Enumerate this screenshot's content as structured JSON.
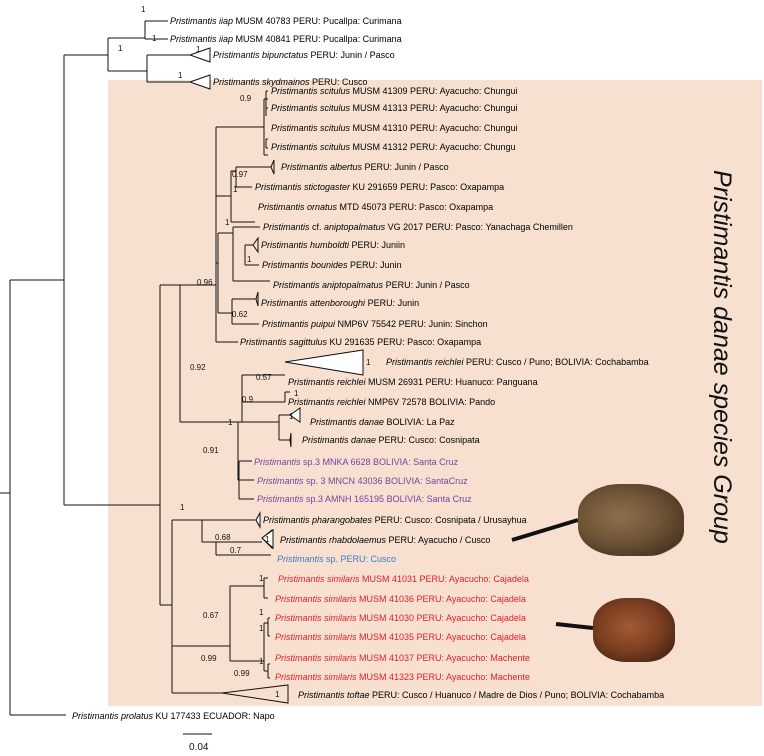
{
  "group": {
    "title": "Pristimantis danae species Group",
    "background": "#f8e0d0"
  },
  "colors": {
    "default": "#111111",
    "purple": "#7a3fa0",
    "blue": "#3d78c9",
    "red": "#e0202a"
  },
  "taxa": [
    {
      "id": "t1",
      "species": "Pristimantis iiap",
      "rest": " MUSM 40783 PERU: Pucallpa: Curimana",
      "color": "default"
    },
    {
      "id": "t2",
      "species": "Pristimantis iiap",
      "rest": " MUSM 40841 PERU: Pucallpa: Curimana",
      "color": "default"
    },
    {
      "id": "t3",
      "species": "Pristimantis bipunctatus",
      "rest": " PERU: Junin / Pasco",
      "color": "default"
    },
    {
      "id": "t4",
      "species": "Pristimantis skydmainos",
      "rest": " PERU: Cusco",
      "color": "default"
    },
    {
      "id": "t5",
      "species": "Pristimantis scitulus",
      "rest": " MUSM 41309 PERU: Ayacucho: Chungui",
      "color": "default"
    },
    {
      "id": "t6",
      "species": "Pristimantis scitulus",
      "rest": " MUSM 41313 PERU: Ayacucho: Chungui",
      "color": "default"
    },
    {
      "id": "t7",
      "species": "Pristimantis scitulus",
      "rest": " MUSM 41310 PERU: Ayacucho: Chungui",
      "color": "default"
    },
    {
      "id": "t8",
      "species": "Pristimantis scitulus",
      "rest": " MUSM 41312 PERU: Ayacucho: Chungu",
      "color": "default"
    },
    {
      "id": "t9",
      "species": "Pristimantis albertus",
      "rest": " PERU: Junin / Pasco",
      "color": "default"
    },
    {
      "id": "t10",
      "species": "Pristimantis stictogaster",
      "rest": " KU 291659 PERU: Pasco: Oxapampa",
      "color": "default"
    },
    {
      "id": "t11",
      "species": "Pristimantis ornatus",
      "rest": " MTD 45073 PERU: Pasco: Oxapampa",
      "color": "default"
    },
    {
      "id": "t12",
      "species": "Pristimantis",
      "rest": " cf. ",
      "species2": "aniptopalmatus",
      "rest2": " VG 2017 PERU: Pasco: Yanachaga Chemillen",
      "color": "default"
    },
    {
      "id": "t13",
      "species": "Pristimantis humboldti",
      "rest": " PERU: Juniin",
      "color": "default"
    },
    {
      "id": "t14",
      "species": "Pristimantis bounides",
      "rest": " PERU: Junin",
      "color": "default"
    },
    {
      "id": "t15",
      "species": "Pristimantis aniptopalmatus",
      "rest": " PERU: Junin / Pasco",
      "color": "default"
    },
    {
      "id": "t16",
      "species": "Pristimantis attenboroughi",
      "rest": " PERU: Junin",
      "color": "default"
    },
    {
      "id": "t17",
      "species": "Pristimantis puipui",
      "rest": " NMP6V 75542 PERU: Junin: Sinchon",
      "color": "default"
    },
    {
      "id": "t18",
      "species": "Pristimantis sagittulus",
      "rest": " KU 291635 PERU: Pasco: Oxapampa",
      "color": "default"
    },
    {
      "id": "t19",
      "species": "Pristimantis reichlei",
      "rest": " PERU: Cusco / Puno; BOLIVIA: Cochabamba",
      "color": "default"
    },
    {
      "id": "t20",
      "species": "Pristimantis reichlei",
      "rest": " MUSM 26931 PERU: Huanuco: Panguana",
      "color": "default"
    },
    {
      "id": "t21",
      "species": "Pristimantis reichlei",
      "rest": " NMP6V 72578 BOLIVIA: Pando",
      "color": "default"
    },
    {
      "id": "t22",
      "species": "Pristimantis danae",
      "rest": " BOLIVIA: La Paz",
      "color": "default"
    },
    {
      "id": "t23",
      "species": "Pristimantis danae",
      "rest": " PERU: Cusco: Cosnipata",
      "color": "default"
    },
    {
      "id": "t24",
      "species": "Pristimantis",
      "rest": " sp.3 MNKA 6628 BOLIVIA: Santa Cruz",
      "color": "purple"
    },
    {
      "id": "t25",
      "species": "Pristimantis",
      "rest": " sp. 3 MNCN 43036 BOLIVIA: SantaCruz",
      "color": "purple"
    },
    {
      "id": "t26",
      "species": "Pristimantis",
      "rest": " sp.3 AMNH 165195 BOLIVIA: Santa Cruz",
      "color": "purple"
    },
    {
      "id": "t27",
      "species": "Pristimantis pharangobates",
      "rest": " PERU: Cusco: Cosnipata / Urusayhua",
      "color": "default"
    },
    {
      "id": "t28",
      "species": "Pristimantis rhabdolaemus",
      "rest": " PERU: Ayacucho / Cusco",
      "color": "default"
    },
    {
      "id": "t29",
      "species": "Pristimantis",
      "rest": " sp. PERU: Cusco",
      "color": "blue"
    },
    {
      "id": "t30",
      "species": "Pristimantis similaris",
      "rest": " MUSM 41031 PERU: Ayacucho: Cajadela",
      "color": "red"
    },
    {
      "id": "t31",
      "species": "Pristimantis similaris",
      "rest": " MUSM 41036 PERU: Ayacucho: Cajadela",
      "color": "red"
    },
    {
      "id": "t32",
      "species": "Pristimantis similaris",
      "rest": " MUSM 41030 PERU: Ayacucho: Cajadela",
      "color": "red"
    },
    {
      "id": "t33",
      "species": "Pristimantis similaris",
      "rest": " MUSM 41035 PERU: Ayacucho: Cajadela",
      "color": "red"
    },
    {
      "id": "t34",
      "species": "Pristimantis similaris",
      "rest": " MUSM 41037 PERU: Ayacucho: Machente",
      "color": "red"
    },
    {
      "id": "t35",
      "species": "Pristimantis similaris",
      "rest": " MUSM 41323 PERU: Ayacucho: Machente",
      "color": "red"
    },
    {
      "id": "t36",
      "species": "Pristimantis toftae",
      "rest": " PERU: Cusco / Huanuco / Madre de Dios / Puno; BOLIVIA: Cochabamba",
      "color": "default"
    },
    {
      "id": "t37",
      "species": "Pristimantis prolatus",
      "rest": " KU 177433 ECUADOR: Napo",
      "color": "default"
    }
  ],
  "support": [
    {
      "id": "s1",
      "value": "1"
    },
    {
      "id": "s2",
      "value": "1"
    },
    {
      "id": "s3",
      "value": "1"
    },
    {
      "id": "s4",
      "value": "1"
    },
    {
      "id": "s5",
      "value": "1"
    },
    {
      "id": "s6",
      "value": "0.9"
    },
    {
      "id": "s7",
      "value": "0.97"
    },
    {
      "id": "s8",
      "value": "1"
    },
    {
      "id": "s9",
      "value": "1"
    },
    {
      "id": "s10",
      "value": "1"
    },
    {
      "id": "s11",
      "value": "0.96"
    },
    {
      "id": "s12",
      "value": "0.62"
    },
    {
      "id": "s13",
      "value": "0.92"
    },
    {
      "id": "s14",
      "value": "1"
    },
    {
      "id": "s15",
      "value": "0.57"
    },
    {
      "id": "s16",
      "value": "1"
    },
    {
      "id": "s17",
      "value": "0.9"
    },
    {
      "id": "s18",
      "value": "1"
    },
    {
      "id": "s19",
      "value": "1"
    },
    {
      "id": "s20",
      "value": "0.91"
    },
    {
      "id": "s21",
      "value": "1"
    },
    {
      "id": "s22",
      "value": "0.68"
    },
    {
      "id": "s23",
      "value": "1"
    },
    {
      "id": "s24",
      "value": "0.7"
    },
    {
      "id": "s25",
      "value": "1"
    },
    {
      "id": "s26",
      "value": "0.67"
    },
    {
      "id": "s27",
      "value": "1"
    },
    {
      "id": "s28",
      "value": "0.99"
    },
    {
      "id": "s29",
      "value": "1"
    },
    {
      "id": "s30",
      "value": "0.99"
    },
    {
      "id": "s31",
      "value": "1"
    },
    {
      "id": "s32",
      "value": "1"
    }
  ],
  "scale_bar": {
    "label": "0.04"
  }
}
